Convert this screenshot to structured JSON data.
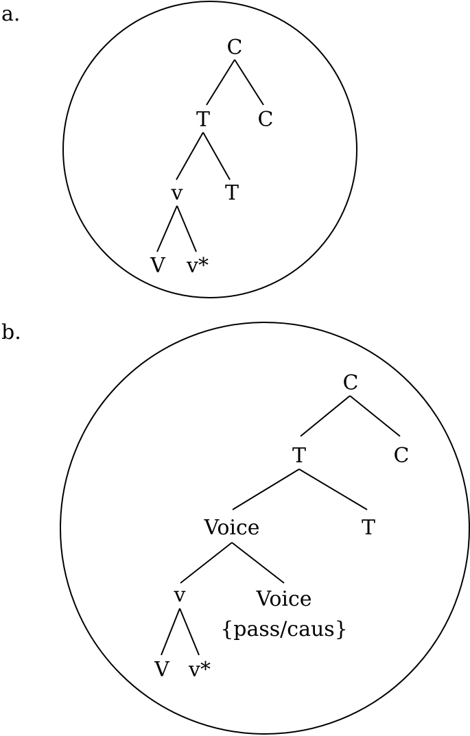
{
  "diagram": {
    "panels": [
      {
        "label": "a.",
        "nodes": {
          "c_root": "C",
          "t": "T",
          "c": "C",
          "v": "v",
          "t2": "T",
          "big_v": "V",
          "v_star": "v*"
        }
      },
      {
        "label": "b.",
        "nodes": {
          "c_root": "C",
          "t": "T",
          "c": "C",
          "voice": "Voice",
          "t2": "T",
          "v": "v",
          "voice2": "Voice",
          "voice2_feature": "{pass/caus}",
          "big_v": "V",
          "v_star": "v*"
        }
      }
    ]
  }
}
